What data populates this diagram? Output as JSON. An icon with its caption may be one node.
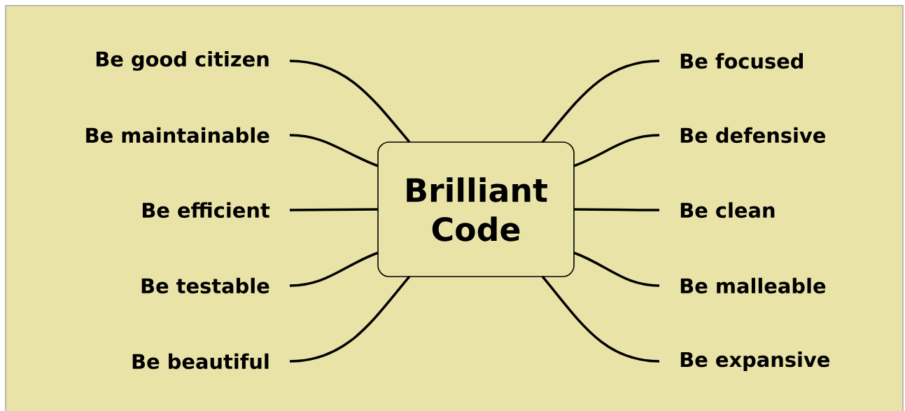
{
  "diagram": {
    "nodes": [
      {
        "text": [
          "Brilliant Code"
        ]
      },
      {
        "text": [
          "Be good citizen"
        ]
      },
      {
        "text": [
          "Be maintainable"
        ]
      },
      {
        "text": [
          "Be efficient"
        ]
      },
      {
        "text": [
          "Be testable"
        ]
      },
      {
        "text": [
          "Be beautiful"
        ]
      },
      {
        "text": [
          "Be focused"
        ]
      },
      {
        "text": [
          "Be defensive"
        ]
      },
      {
        "text": [
          "Be clean"
        ]
      },
      {
        "text": [
          "Be malleable"
        ]
      },
      {
        "text": [
          "Be expansive"
        ]
      }
    ],
    "edges": [
      {
        "from": 0,
        "to": 1,
        "arrow": "none"
      },
      {
        "from": 0,
        "to": 2,
        "arrow": "none"
      },
      {
        "from": 0,
        "to": 3,
        "arrow": "none"
      },
      {
        "from": 0,
        "to": 4,
        "arrow": "none"
      },
      {
        "from": 0,
        "to": 5,
        "arrow": "none"
      },
      {
        "from": 0,
        "to": 6,
        "arrow": "none"
      },
      {
        "from": 0,
        "to": 7,
        "arrow": "none"
      },
      {
        "from": 0,
        "to": 8,
        "arrow": "none"
      },
      {
        "from": 0,
        "to": 9,
        "arrow": "none"
      },
      {
        "from": 0,
        "to": 10,
        "arrow": "none"
      }
    ]
  }
}
